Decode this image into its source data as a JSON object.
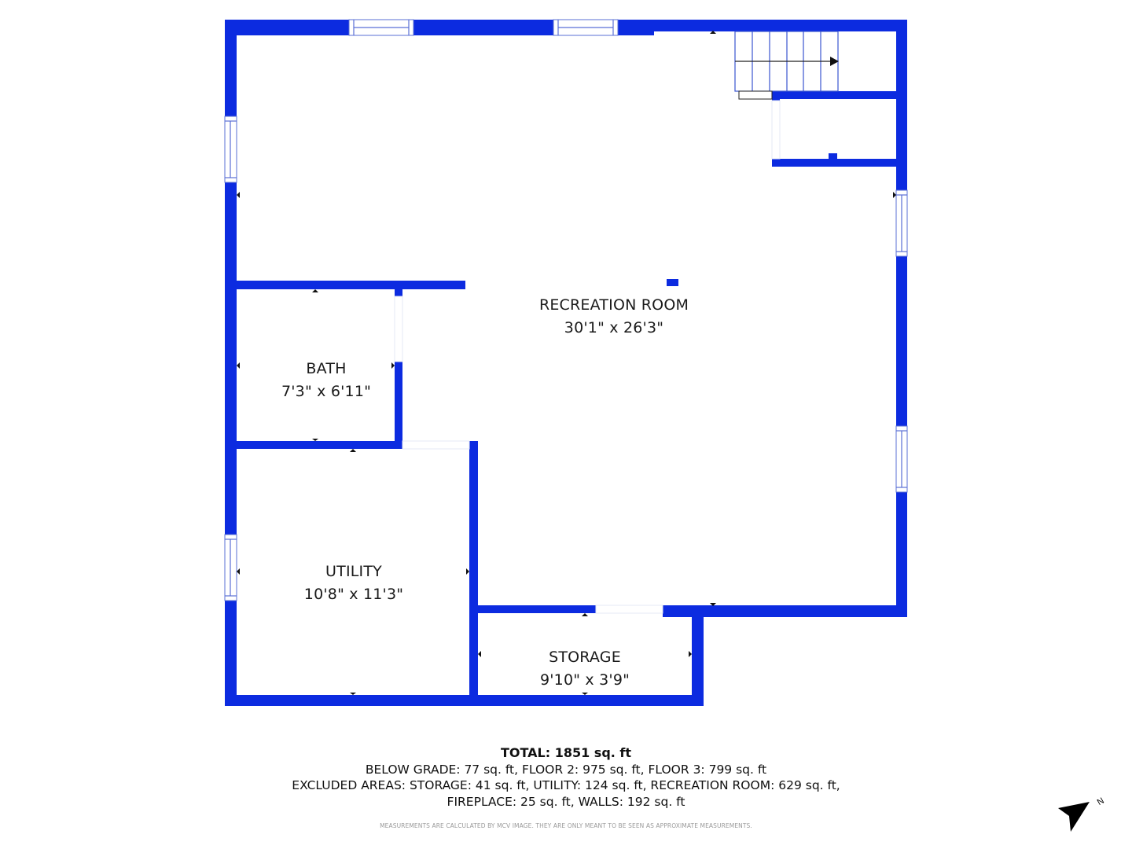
{
  "floorplan": {
    "wall_color": "#0c2be0",
    "rooms": [
      {
        "name": "RECREATION ROOM",
        "dimensions": "30'1\" x 26'3\""
      },
      {
        "name": "BATH",
        "dimensions": "7'3\" x 6'11\""
      },
      {
        "name": "UTILITY",
        "dimensions": "10'8\" x 11'3\""
      },
      {
        "name": "STORAGE",
        "dimensions": "9'10\" x 3'9\""
      }
    ]
  },
  "summary": {
    "total": "TOTAL: 1851 sq. ft",
    "floors": "BELOW GRADE: 77 sq. ft, FLOOR 2: 975 sq. ft, FLOOR 3: 799 sq. ft",
    "excluded_line1": "EXCLUDED AREAS: STORAGE: 41 sq. ft, UTILITY: 124 sq. ft, RECREATION ROOM: 629 sq. ft,",
    "excluded_line2": "FIREPLACE: 25 sq. ft, WALLS: 192 sq. ft",
    "disclaimer": "MEASUREMENTS ARE CALCULATED BY MCV IMAGE. THEY ARE ONLY MEANT TO BE SEEN AS APPROXIMATE MEASUREMENTS."
  },
  "compass": {
    "label": "N",
    "icon": "north-arrow-icon"
  }
}
